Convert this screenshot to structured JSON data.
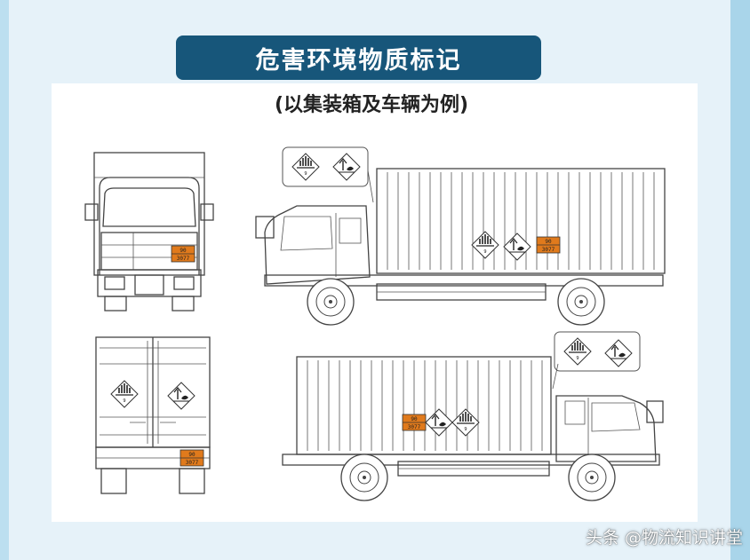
{
  "title": "危害环境物质标记",
  "subtitle": "(以集装箱及车辆为例)",
  "watermark": "头条 @物流知识讲堂",
  "colors": {
    "title_bar": "#17567a",
    "background": "#e6f2f9",
    "panel": "#ffffff",
    "orange_plate": "#e07a1c"
  },
  "icons": [
    "hazard-class9-diamond-icon",
    "environment-hazard-diamond-icon",
    "orange-plate-icon"
  ]
}
